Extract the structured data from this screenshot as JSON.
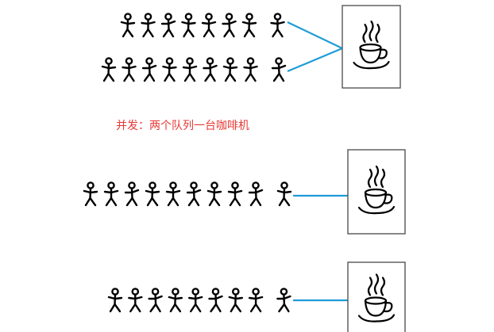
{
  "caption": {
    "text": "并发：两个队列一台咖啡机",
    "color": "#e53935"
  },
  "colors": {
    "figure_stroke": "#000000",
    "connector_line": "#1e9bd7",
    "cup_frame_border": "#555555"
  },
  "sections": [
    {
      "id": "concurrent",
      "queues": [
        {
          "people_count": 8
        },
        {
          "people_count": 9
        }
      ],
      "machine_icon": "coffee-cup-icon"
    },
    {
      "id": "machine-2",
      "queues": [
        {
          "people_count": 10
        }
      ],
      "machine_icon": "coffee-cup-icon"
    },
    {
      "id": "machine-3",
      "queues": [
        {
          "people_count": 9
        }
      ],
      "machine_icon": "coffee-cup-icon"
    }
  ]
}
